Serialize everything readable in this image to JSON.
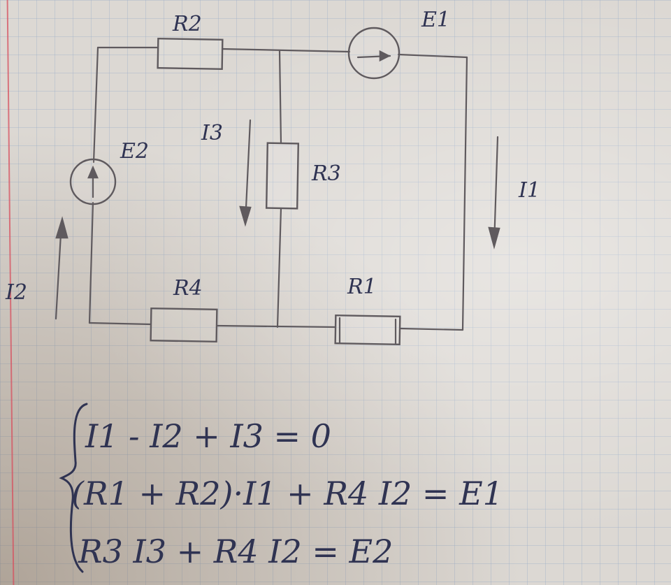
{
  "labels": {
    "r1": "R1",
    "r2": "R2",
    "r3": "R3",
    "r4": "R4",
    "e1": "E1",
    "e2": "E2",
    "i1": "I1",
    "i2": "I2",
    "i3": "I3"
  },
  "equations": [
    "I1 - I2 + I3 = 0",
    "(R1 + R2)·I1 + R4 I2 = E1",
    "R3 I3 + R4 I2 = E2"
  ],
  "colors": {
    "ink": "#2f3352",
    "pencil": "#5f5a5e",
    "margin": "#d7505f",
    "grid": "#96aac8"
  }
}
